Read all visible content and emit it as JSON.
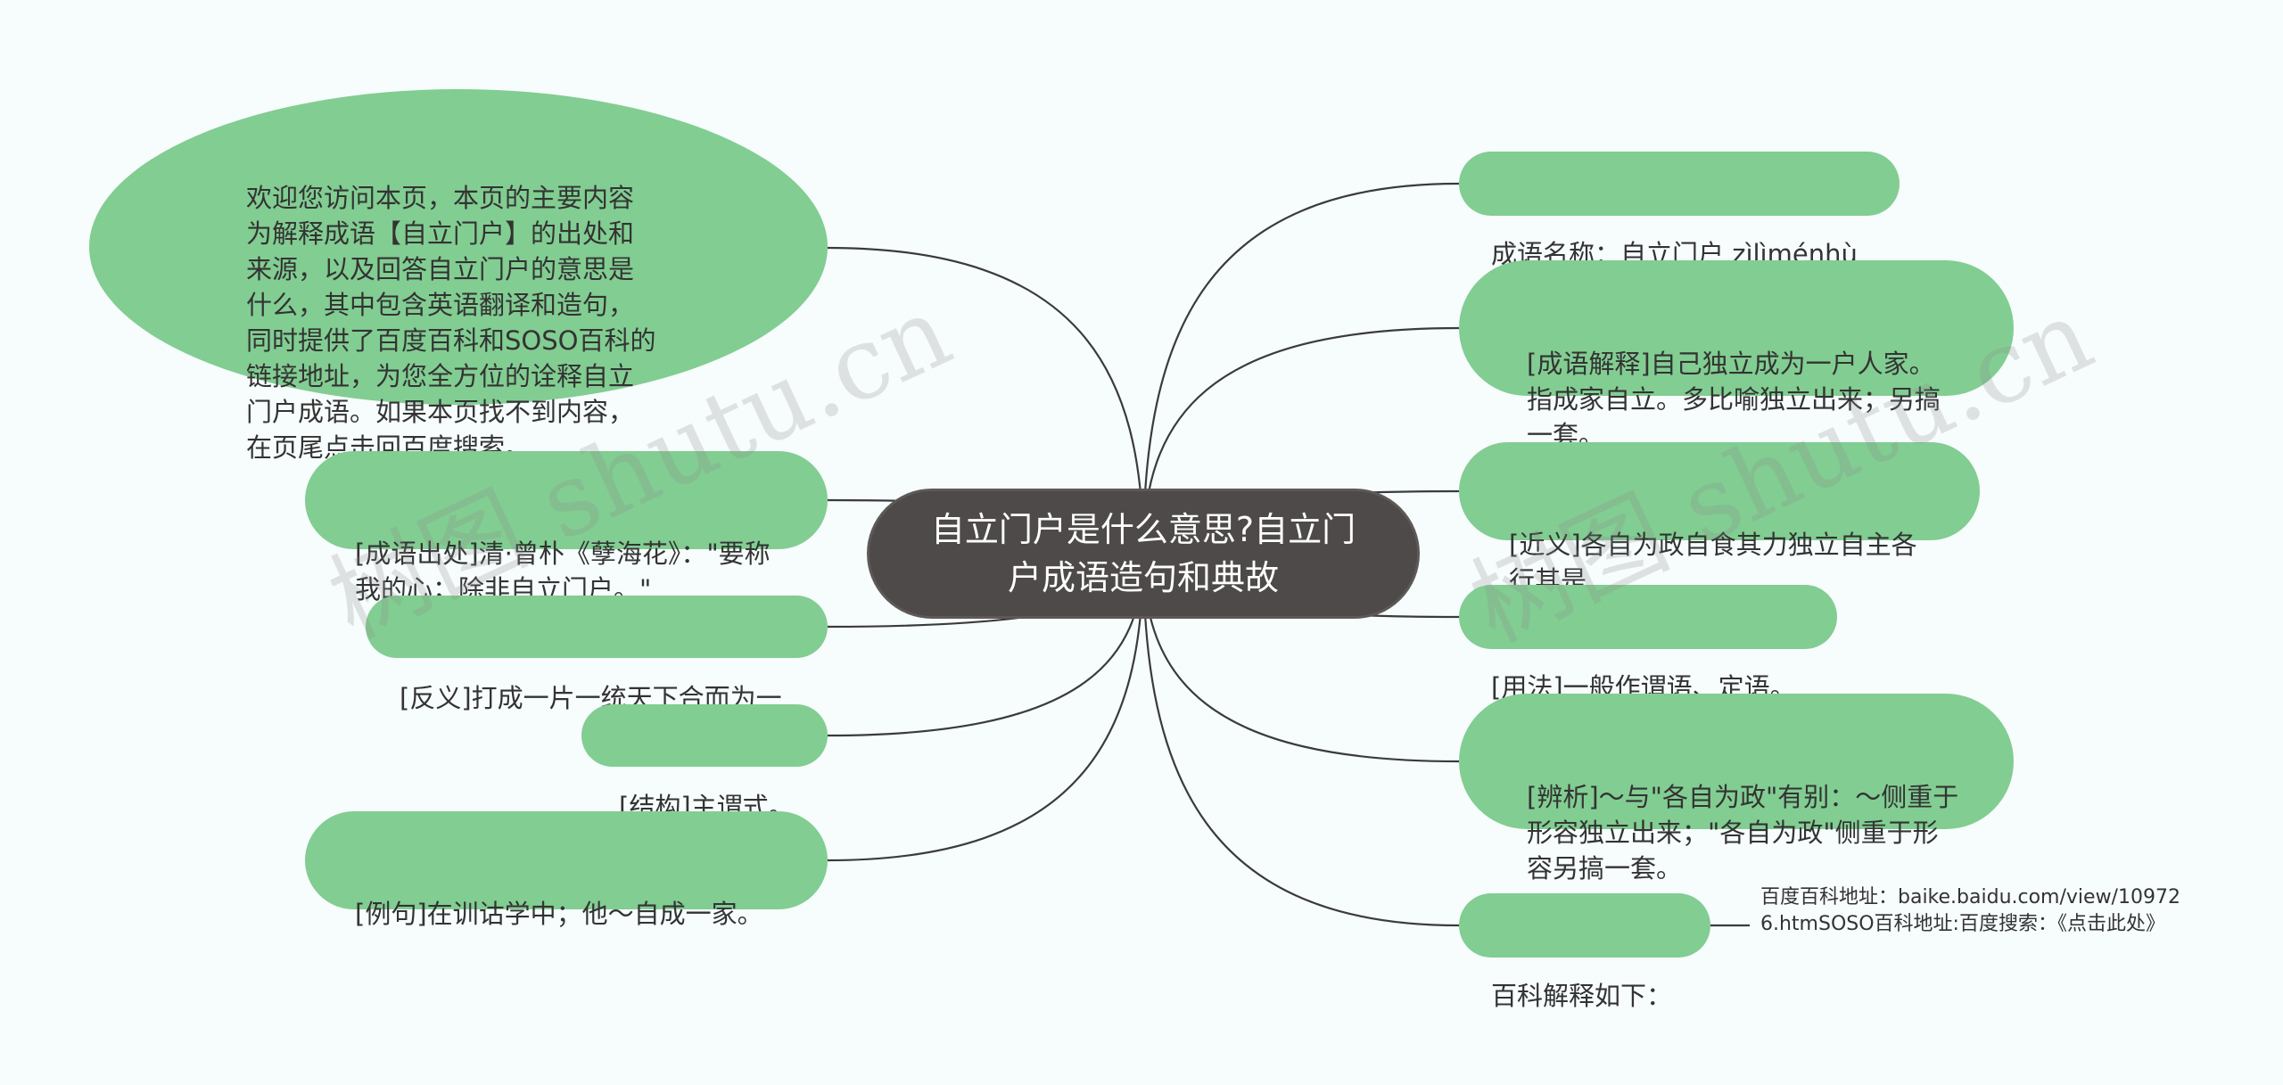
{
  "center": {
    "title": "自立门户是什么意思?自立门户成语造句和典故"
  },
  "left_nodes": [
    {
      "id": "intro",
      "text": "欢迎您访问本页，本页的主要内容为解释成语【自立门户】的出处和来源，以及回答自立门户的意思是什么，其中包含英语翻译和造句，同时提供了百度百科和SOSO百科的链接地址，为您全方位的诠释自立门户成语。如果本页找不到内容，在页尾点击回百度搜索。"
    },
    {
      "id": "source",
      "text": "[成语出处]清·曾朴《孽海花》：\"要称我的心；除非自立门户。\""
    },
    {
      "id": "antonym",
      "text": "[反义]打成一片一统天下合而为一"
    },
    {
      "id": "structure",
      "text": "[结构]主谓式。"
    },
    {
      "id": "example",
      "text": "[例句]在训诂学中；他～自成一家。"
    }
  ],
  "right_nodes": [
    {
      "id": "name",
      "text": "成语名称：自立门户 zìlìménhù"
    },
    {
      "id": "meaning",
      "text": "[成语解释]自己独立成为一户人家。指成家自立。多比喻独立出来；另搞一套。"
    },
    {
      "id": "synonym",
      "text": "[近义]各自为政自食其力独立自主各行其是"
    },
    {
      "id": "usage",
      "text": "[用法]一般作谓语、定语。"
    },
    {
      "id": "analysis",
      "text": "[辨析]～与\"各自为政\"有别：～侧重于形容独立出来；\"各自为政\"侧重于形容另搞一套。"
    },
    {
      "id": "baike",
      "text": "百科解释如下："
    }
  ],
  "baike_detail": {
    "text": "百度百科地址：baike.baidu.com/view/109726.htmSOSO百科地址:百度搜索：《点击此处》"
  },
  "watermarks": [
    "树图 shutu.cn",
    "树图 shutu.cn"
  ],
  "colors": {
    "node_fill": "#82cd92",
    "center_fill": "#4e4a49",
    "link": "#3b3b3b",
    "background": "#f7fcfd"
  }
}
